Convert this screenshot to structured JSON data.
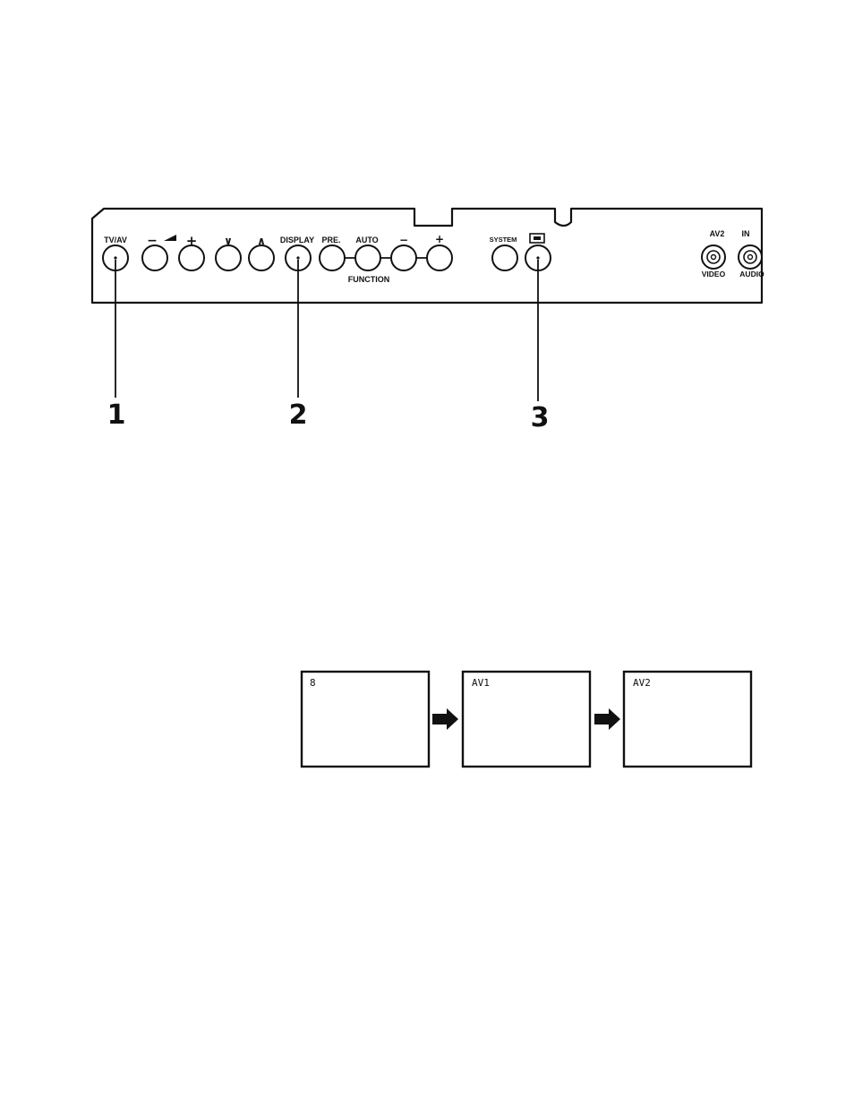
{
  "panel": {
    "buttons": {
      "tv_av": "TV/AV",
      "vol_minus": "−",
      "vol_plus": "+",
      "ch_down": "∨",
      "ch_up": "∧",
      "display": "DISPLAY",
      "pre": "PRE.",
      "auto": "AUTO",
      "func_minus": "−",
      "func_plus": "+",
      "system": "SYSTEM"
    },
    "function_label": "FUNCTION",
    "jacks": {
      "av2": "AV2",
      "in": "IN",
      "video": "VIDEO",
      "audio": "AUDIO"
    }
  },
  "callouts": [
    "1",
    "2",
    "3"
  ],
  "screens": [
    "8",
    "AV1",
    "AV2"
  ],
  "icons": {
    "volume": "volume-wedge-icon",
    "lock": "child-lock-icon",
    "arrow": "right-arrow-icon"
  }
}
